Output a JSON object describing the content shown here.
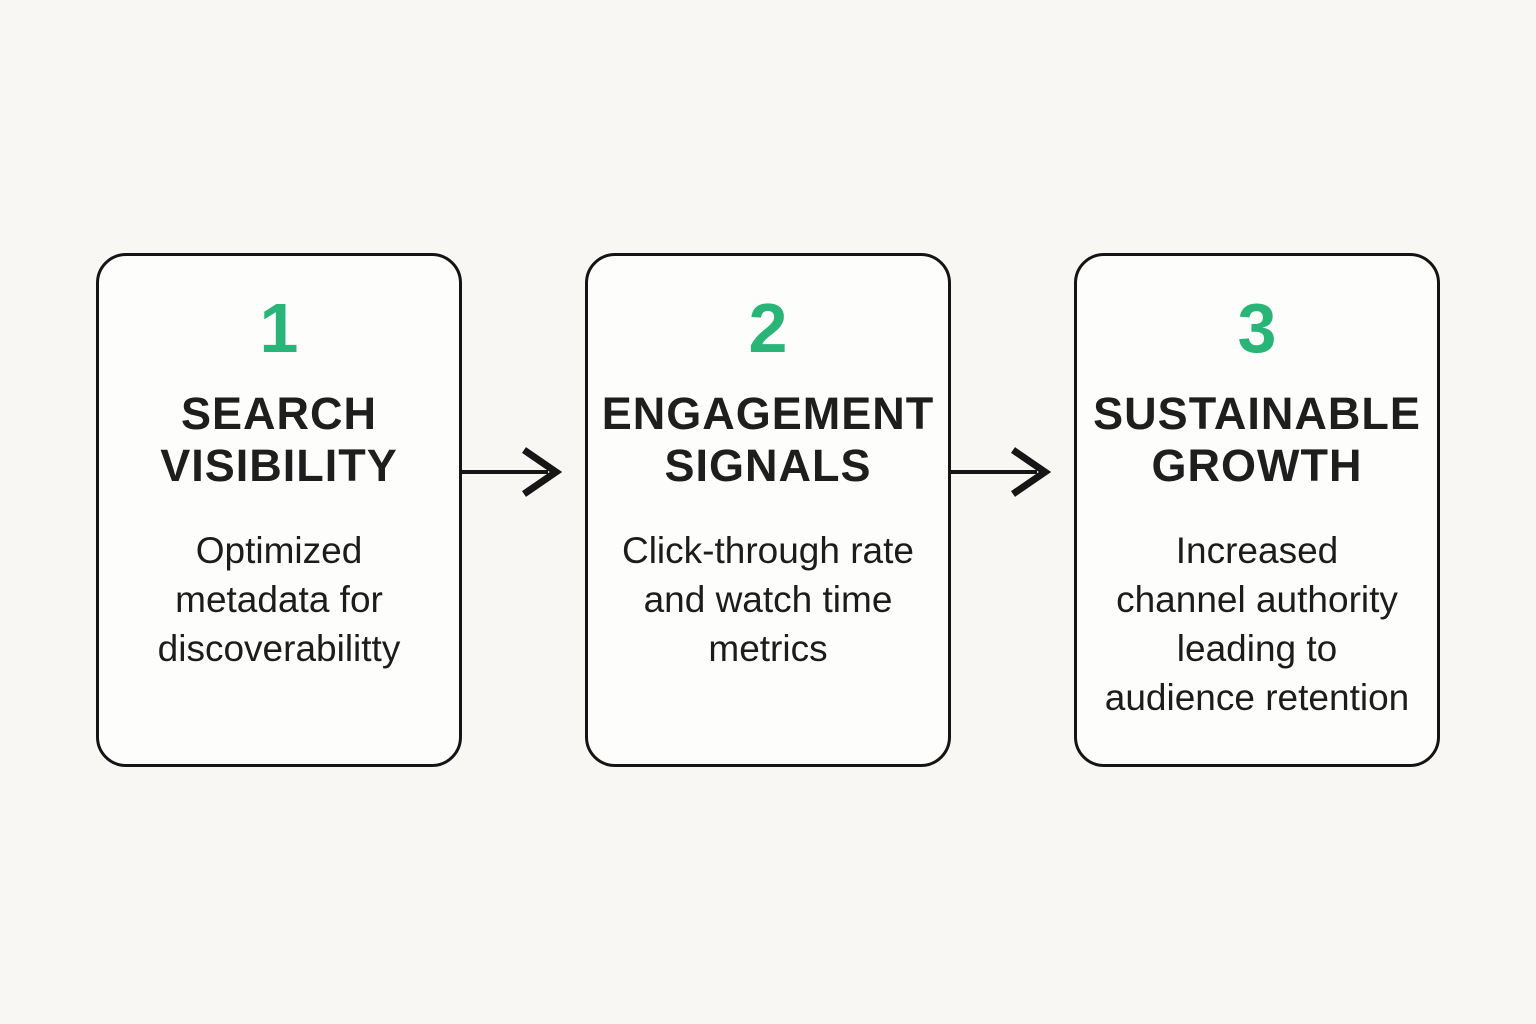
{
  "diagram": {
    "accent_color": "#29b578",
    "line_color": "#161616",
    "steps": [
      {
        "number": "1",
        "title": [
          "SEARCH",
          "VISIBILITY"
        ],
        "description": [
          "Optimized",
          "metadata for",
          "discoverabilitty"
        ]
      },
      {
        "number": "2",
        "title": [
          "ENGAGEMENT",
          "SIGNALS"
        ],
        "description": [
          "Click-through rate",
          "and watch time",
          "metrics"
        ]
      },
      {
        "number": "3",
        "title": [
          "SUSTAINABLE",
          "GROWTH"
        ],
        "description": [
          "Increased",
          "channel authority",
          "leading to",
          "audience retention"
        ]
      }
    ],
    "arrow_icon_name": "right-arrow-icon"
  }
}
